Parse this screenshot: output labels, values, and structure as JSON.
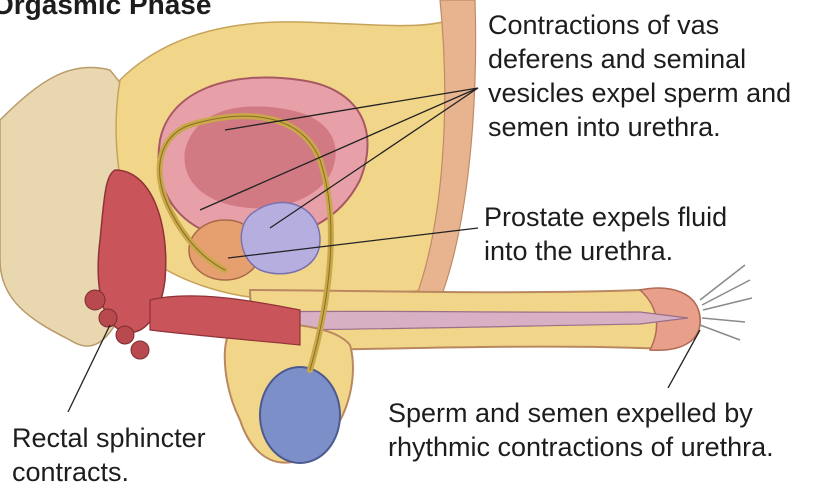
{
  "title": "Orgasmic Phase",
  "labels": {
    "vas_deferens": [
      "Contractions of vas",
      "deferens and seminal",
      "vesicles expel sperm and",
      "semen into urethra."
    ],
    "prostate": [
      "Prostate expels fluid",
      "into the urethra."
    ],
    "sperm": [
      "Sperm and semen expelled by",
      "rhythmic contractions of urethra."
    ],
    "rectal": [
      "Rectal sphincter",
      "contracts."
    ]
  },
  "colors": {
    "fat": "#f1d68a",
    "skin": "#e8b48f",
    "muscle": "#c9545a",
    "bladder": "#e8a0a8",
    "testis": "#7c8fc9",
    "duct": "#c9a84a",
    "prostate": "#e6a070",
    "vesicle": "#b7aee0",
    "urethra": "#d8b0c4"
  }
}
